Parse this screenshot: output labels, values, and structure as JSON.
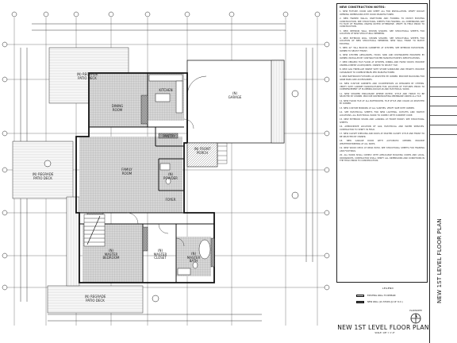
{
  "sheet": {
    "title": "NEW 1ST LEVEL FLOOR PLAN",
    "scale": "SCALE: 1/8\" = 1'-0\"",
    "north_label": "PLAN NORTH",
    "titleblock_title": "NEW 1ST LEVEL FLOOR PLAN"
  },
  "rooms": {
    "dining": "DINING\nROOM",
    "kitchen": "KITCHEN",
    "garage": "(N)\nGARAGE",
    "family": "FAMILY\nROOM",
    "foyer": "FOYER",
    "master_bedroom": "(N)\nMASTER\nBEDROOM",
    "master_closet": "(N)\nMASTER\nCLOSET",
    "master_bath": "(N)\nMASTER\nBATH",
    "patio_deck_top": "(N) REGRADE\nPATIO DECK",
    "patio_deck_left": "(N) REGRADE\nPATIO DECK",
    "patio_deck_bottom": "(N) REGRADE\nPATIO DECK",
    "front_porch": "(N) FRONT\nPORCH",
    "powder": "(N)\nPOWDER",
    "pantry": "PANTRY"
  },
  "notes": {
    "heading": "NEW CONSTRUCTION NOTES:",
    "items": [
      "1. NEW FIXTURE, DOOR AND SHEET ALL FOR INSTALLATION. VERIFY ROUGH OPENING DIMENSIONS WITH DOOR MANUFACTURER.",
      "2. NEW FRAMED WALLS, PARTITIONS AND FURRING TO MATCH EXISTING CONSTRUCTION. SEE STRUCTURAL SHEETS FOR FRAMING. ALL DIMENSIONS ARE TO FACE OF FRAMING UNLESS NOTED OTHERWISE. VERIFY IN FIELD PRIOR TO CONSTRUCTION.",
      "3. NEW INTERIOR WALL SHOWN SHADED. SEE STRUCTURAL SHEETS FOR LOCATION OF NEW STRUCTURAL MEMBERS.",
      "4. NEW EXTERIOR WALL SHOWN SHADED. SEE STRUCTURAL SHEETS FOR LOCATION OF NEW STRUCTURAL MEMBERS. NEW WALL FINISH TO MATCH EXISTING.",
      "5. NEW 42\" TALL BUILT-IN CABINETRY AT KITCHEN. SEE INTERIOR ELEVATIONS. OWNER TO SELECT FINISH.",
      "6. NEW KITCHEN APPLIANCES, HOOD, SINK AND DISHWASHER PROVIDED BY OWNER. INSTALLED BY CONTRACTOR PER MANUFACTURER'S SPECIFICATIONS.",
      "7. NEW CERAMIC TILE FLOOR AT KITCHEN, DINING AND FAMILY ROOM. PROVIDE UNDERLAYMENT AS REQUIRED. OWNER TO SELECT TILE.",
      "8. NEW GAS FIREPLACE INSERT WITH STONE SURROUND AND HEARTH. PROVIDE CLEARANCE TO COMBUSTIBLES PER MANUFACTURER.",
      "9. NEW BATHROOM FIXTURES AS SELECTED BY OWNER. PROVIDE BLOCKING FOR GRAB BARS AND ACCESSORIES.",
      "10. NEW CUSTOM CABINETS AND COUNTERTOPS AS DESIGNED BY OTHERS. VERIFY WITH CABINET MANUFACTURER FOR LOCATION OF FIXTURES PRIOR TO COMMENCEMENT OF PLUMBING ROUGH-IN AND ELECTRICAL WORK.",
      "11. NEW SHOWER ENCLOSURE WHERE NOTED. STYLE AND FINISH TO BE SELECTED BY OWNER. PROVIDE WATERPROOFING MEMBRANE UNDER ALL TILE.",
      "12. NEW FLOOR TILE AT ALL BATHROOMS. TILE STYLE AND COLOR AS SELECTED BY OWNER.",
      "13. NEW CUSTOM MIRRORS AT ALL VANITIES. VERIFY SIZE WITH OWNER.",
      "14. SEE ELECTRICAL SHEETS FOR NEW LIGHTING, OUTLETS AND SWITCH LOCATIONS. ALL ELECTRICAL WORK TO COMPLY WITH CURRENT CODE.",
      "15. NEW EXTERIOR STAIRS AND LANDING AT FRONT PORCH. SEE STRUCTURAL SHEETS.",
      "16. APPROXIMATE LOCATION OF GAS, ELECTRICAL AND WATER SERVICES. CONTRACTOR TO VERIFY IN FIELD.",
      "17. NEW CLOSET SHELVING AND RODS AT MASTER CLOSET. STYLE AND FINISH TO BE SELECTED BY OWNER.",
      "18. NEW GARAGE DOOR WITH AUTOMATIC OPENER. PROVIDE WEATHERSTRIPPING AT ALL SIDES.",
      "19. NEW WOOD DECK AT REAR PATIO. SEE STRUCTURAL SHEETS FOR FRAMING AND FOOTINGS.",
      "20. ALL WORK SHALL COMPLY WITH APPLICABLE BUILDING CODES AND LOCAL ORDINANCES. CONTRACTOR SHALL VERIFY ALL DIMENSIONS AND CONDITIONS IN THE FIELD PRIOR TO CONSTRUCTION."
    ]
  },
  "legend": {
    "title": "LEGEND",
    "items": [
      {
        "label": "EXISTING WALL TO REMAIN",
        "fill": "#cfcfcf"
      },
      {
        "label": "NEW WALL (2x STUDS @ 16\" O.C.)",
        "fill": "#555555"
      }
    ]
  },
  "titleblock": {
    "rows": [
      "",
      "",
      "",
      "",
      "",
      "",
      "",
      ""
    ]
  },
  "colors": {
    "line": "#111111",
    "hatch": "#8a8a8a",
    "tile_fill": "#d2d2d2",
    "wall": "#1a1a1a",
    "paper": "#ffffff"
  }
}
